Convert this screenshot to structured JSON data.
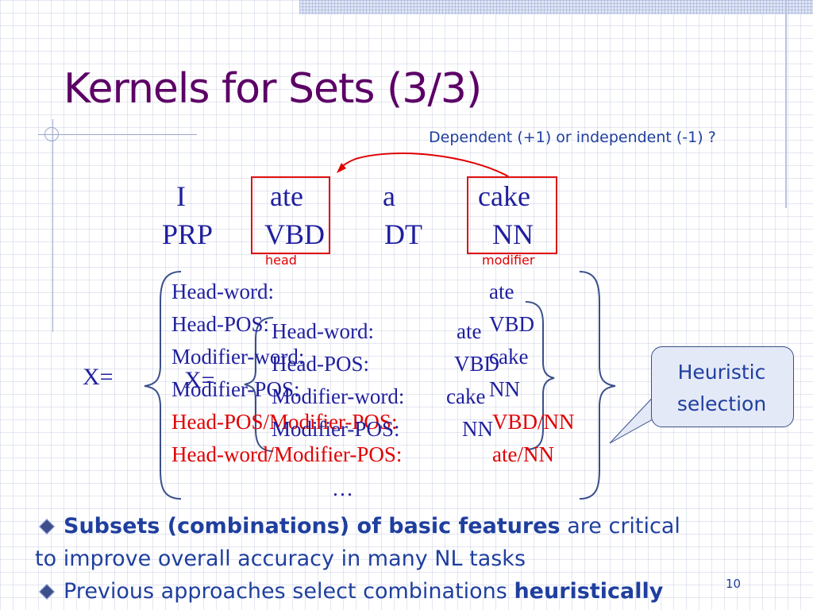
{
  "title": "Kernels for Sets (3/3)",
  "dependency_question": "Dependent (+1) or independent (-1) ?",
  "sentence": [
    {
      "word": "I",
      "pos": "PRP"
    },
    {
      "word": "ate",
      "pos": "VBD"
    },
    {
      "word": "a",
      "pos": "DT"
    },
    {
      "word": "cake",
      "pos": "NN"
    }
  ],
  "head_label": "head",
  "modifier_label": "modifier",
  "outer_set": {
    "x_label": "X=",
    "features": [
      {
        "name": "Head-word:",
        "value": "ate"
      },
      {
        "name": "Head-POS:",
        "value": "VBD"
      },
      {
        "name": "Modifier-word:",
        "value": "cake"
      },
      {
        "name": "Modifier-POS:",
        "value": "NN"
      },
      {
        "name": "Head-POS/Modifier-POS:",
        "value": "VBD/NN"
      },
      {
        "name": "Head-word/Modifier-POS:",
        "value": "ate/NN"
      }
    ],
    "ellipsis": "…"
  },
  "inner_set": {
    "x_label": "X=",
    "features": [
      {
        "name": "Head-word:",
        "value": "ate"
      },
      {
        "name": "Head-POS:",
        "value": "VBD"
      },
      {
        "name": "Modifier-word:",
        "value": "cake"
      },
      {
        "name": "Modifier-POS:",
        "value": "NN"
      }
    ]
  },
  "callout": "Heuristic selection",
  "bullets": {
    "b1_bold": "Subsets (combinations) of basic features",
    "b1_rest": "are critical",
    "b1_line2": "to improve overall accuracy in many NL tasks",
    "b2_text": "Previous approaches select combinations",
    "b2_bold": "heuristically"
  },
  "page_number": "10",
  "colors": {
    "title": "#5c0066",
    "text_blue": "#1f1f9e",
    "accent_red": "#e00000",
    "callout_fill": "#e4e9f7"
  }
}
